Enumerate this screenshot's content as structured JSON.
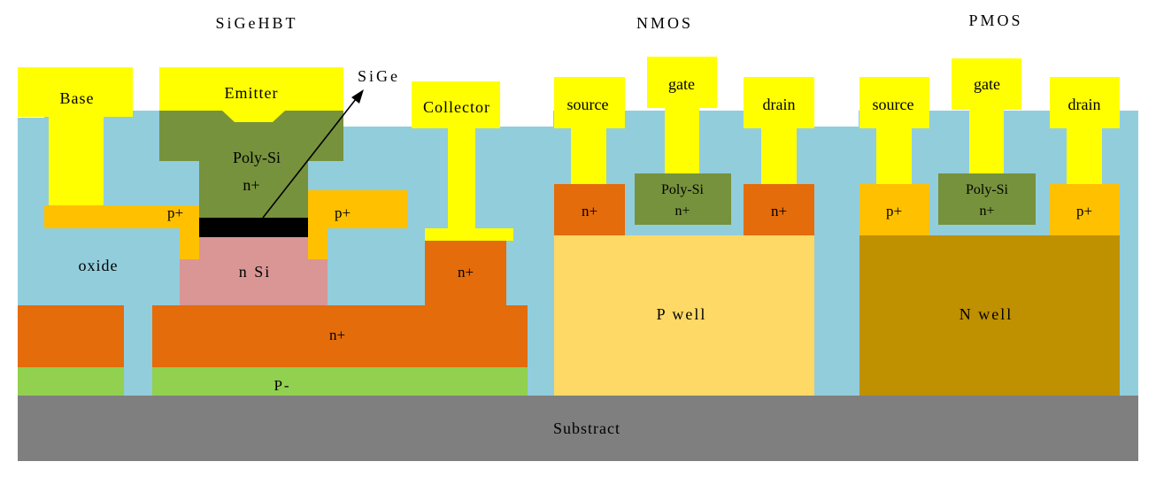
{
  "titles": {
    "sige_hbt": "SiGeHBT",
    "nmos": "NMOS",
    "pmos": "PMOS"
  },
  "labels": {
    "base": "Base",
    "emitter": "Emitter",
    "sige": "SiGe",
    "collector": "Collector",
    "poly_si_hbt_line1": "Poly-Si",
    "poly_si_hbt_line2": "n+",
    "p_plus_left": "p+",
    "p_plus_right": "p+",
    "oxide": "oxide",
    "n_si": "n Si",
    "n_plus_collector": "n+",
    "n_plus_buried": "n+",
    "p_minus": "P-",
    "substrate": "Substract",
    "nmos_source": "source",
    "nmos_gate": "gate",
    "nmos_drain": "drain",
    "nmos_n_plus_left": "n+",
    "nmos_poly_line1": "Poly-Si",
    "nmos_poly_line2": "n+",
    "nmos_n_plus_right": "n+",
    "p_well": "P well",
    "pmos_source": "source",
    "pmos_gate": "gate",
    "pmos_drain": "drain",
    "pmos_p_plus_left": "p+",
    "pmos_poly_line1": "Poly-Si",
    "pmos_poly_line2": "n+",
    "pmos_p_plus_right": "p+",
    "n_well": "N well"
  },
  "colors": {
    "oxide": "#92CDDC",
    "metal": "#FFFF00",
    "poly_si": "#76923C",
    "p_plus": "#FFC000",
    "n_plus": "#E46C0A",
    "n_si": "#D99694",
    "sige_layer": "#000000",
    "p_minus": "#92D050",
    "substrate": "#7F7F7F",
    "p_well": "#FFD966",
    "n_well": "#BF9000"
  }
}
